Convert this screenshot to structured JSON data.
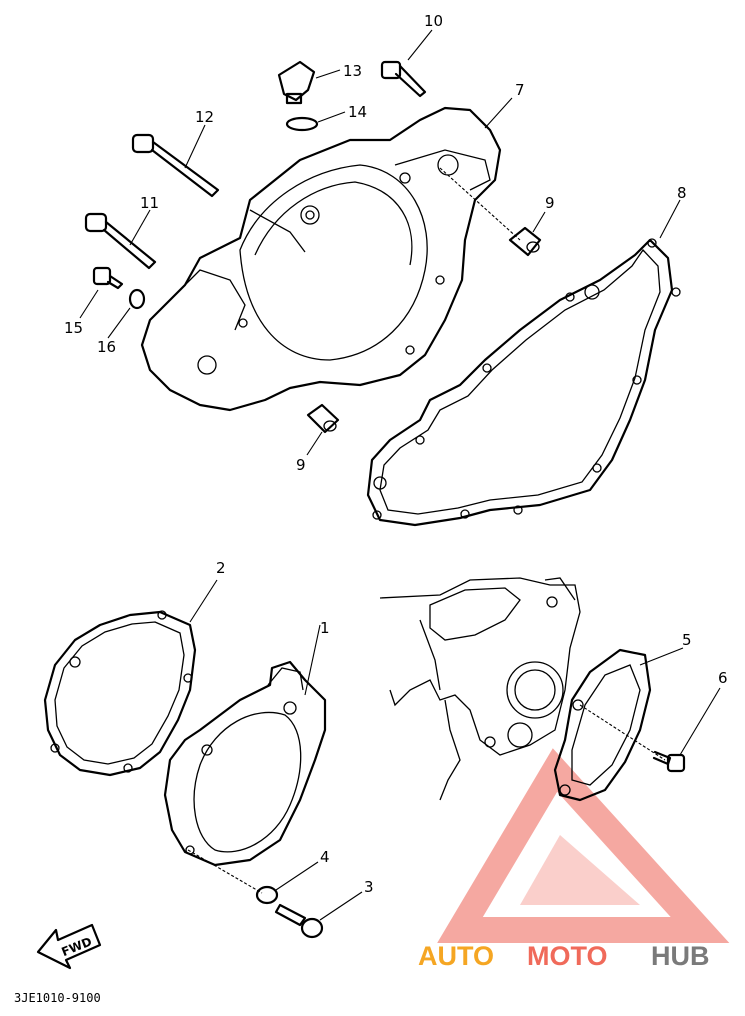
{
  "diagram": {
    "part_labels": [
      {
        "id": "p1",
        "text": "1"
      },
      {
        "id": "p2",
        "text": "2"
      },
      {
        "id": "p3",
        "text": "3"
      },
      {
        "id": "p4",
        "text": "4"
      },
      {
        "id": "p5",
        "text": "5"
      },
      {
        "id": "p6",
        "text": "6"
      },
      {
        "id": "p7",
        "text": "7"
      },
      {
        "id": "p8",
        "text": "8"
      },
      {
        "id": "p9a",
        "text": "9"
      },
      {
        "id": "p9b",
        "text": "9"
      },
      {
        "id": "p10",
        "text": "10"
      },
      {
        "id": "p11",
        "text": "11"
      },
      {
        "id": "p12",
        "text": "12"
      },
      {
        "id": "p13",
        "text": "13"
      },
      {
        "id": "p14",
        "text": "14"
      },
      {
        "id": "p15",
        "text": "15"
      },
      {
        "id": "p16",
        "text": "16"
      }
    ],
    "direction_arrow": "FWD",
    "diagram_code": "3JE1010-9100"
  },
  "watermark": {
    "auto": "AUTO",
    "moto": "MOTO",
    "hub": "HUB",
    "colors": {
      "auto": "#f5a623",
      "moto": "#f06a5a",
      "hub": "#7a7a7a",
      "triangle": "#f28b82"
    }
  }
}
